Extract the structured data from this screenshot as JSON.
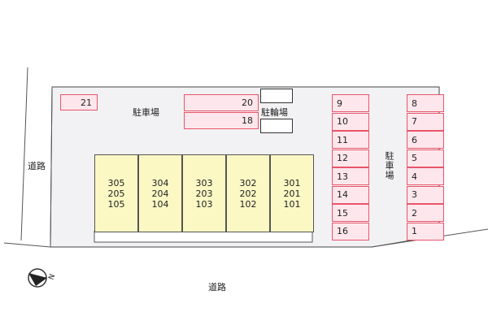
{
  "labels": {
    "road_left": "道路",
    "road_bottom": "道路",
    "parking_top": "駐車場",
    "bicycle_parking": "駐輪場",
    "parking_right": "駐車場"
  },
  "parking_spaces": {
    "top_left": "21",
    "top_mid_upper": "20",
    "top_mid_lower": "18",
    "col_a": [
      "9",
      "10",
      "11",
      "12",
      "13",
      "14",
      "15",
      "16"
    ],
    "col_b": [
      "8",
      "7",
      "6",
      "5",
      "4",
      "3",
      "2",
      "1"
    ]
  },
  "units": [
    {
      "name": "stack-305",
      "floors": [
        "305",
        "205",
        "105"
      ]
    },
    {
      "name": "stack-304",
      "floors": [
        "304",
        "204",
        "104"
      ]
    },
    {
      "name": "stack-303",
      "floors": [
        "303",
        "203",
        "103"
      ]
    },
    {
      "name": "stack-302",
      "floors": [
        "302",
        "202",
        "102"
      ]
    },
    {
      "name": "stack-301",
      "floors": [
        "301",
        "201",
        "101"
      ]
    }
  ],
  "compass": {
    "letter": "N"
  },
  "colors": {
    "lot": "#f2f2f4",
    "building": "#fbf8c4",
    "parking_fill": "#fde7ec",
    "parking_border": "#e8556a"
  }
}
